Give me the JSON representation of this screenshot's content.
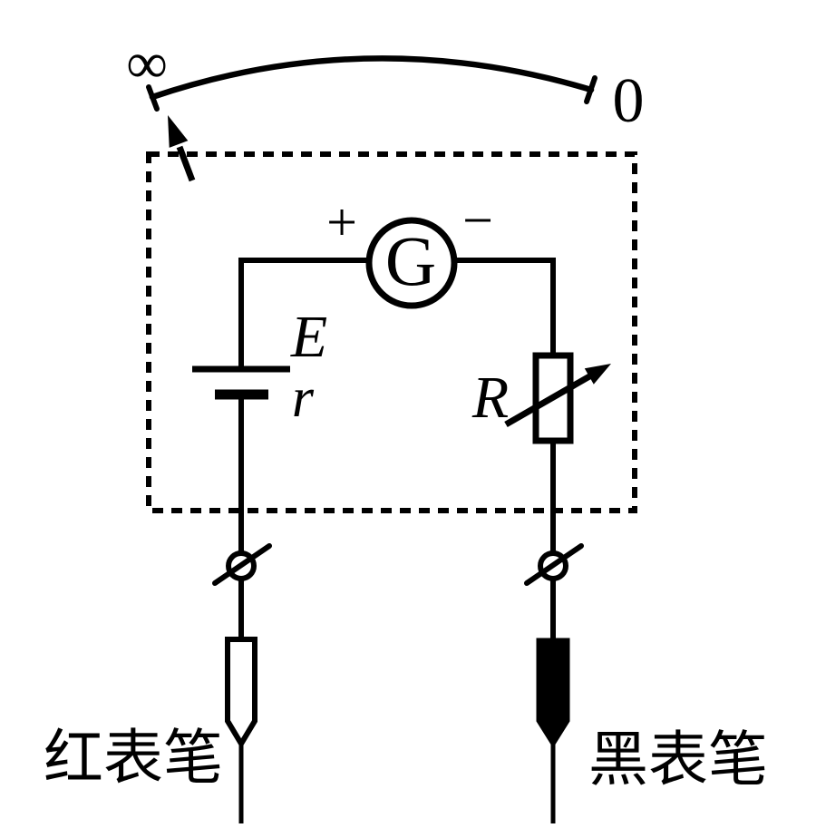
{
  "scale": {
    "infinity_label": "∞",
    "zero_label": "0"
  },
  "galvanometer": {
    "label": "G",
    "plus": "+",
    "minus": "−"
  },
  "battery": {
    "emf": "E",
    "internal_resistance": "r"
  },
  "variable_resistor": {
    "label": "R"
  },
  "probes": {
    "red": "红表笔",
    "black": "黑表笔"
  },
  "colors": {
    "ink": "#000000",
    "background": "#ffffff"
  }
}
